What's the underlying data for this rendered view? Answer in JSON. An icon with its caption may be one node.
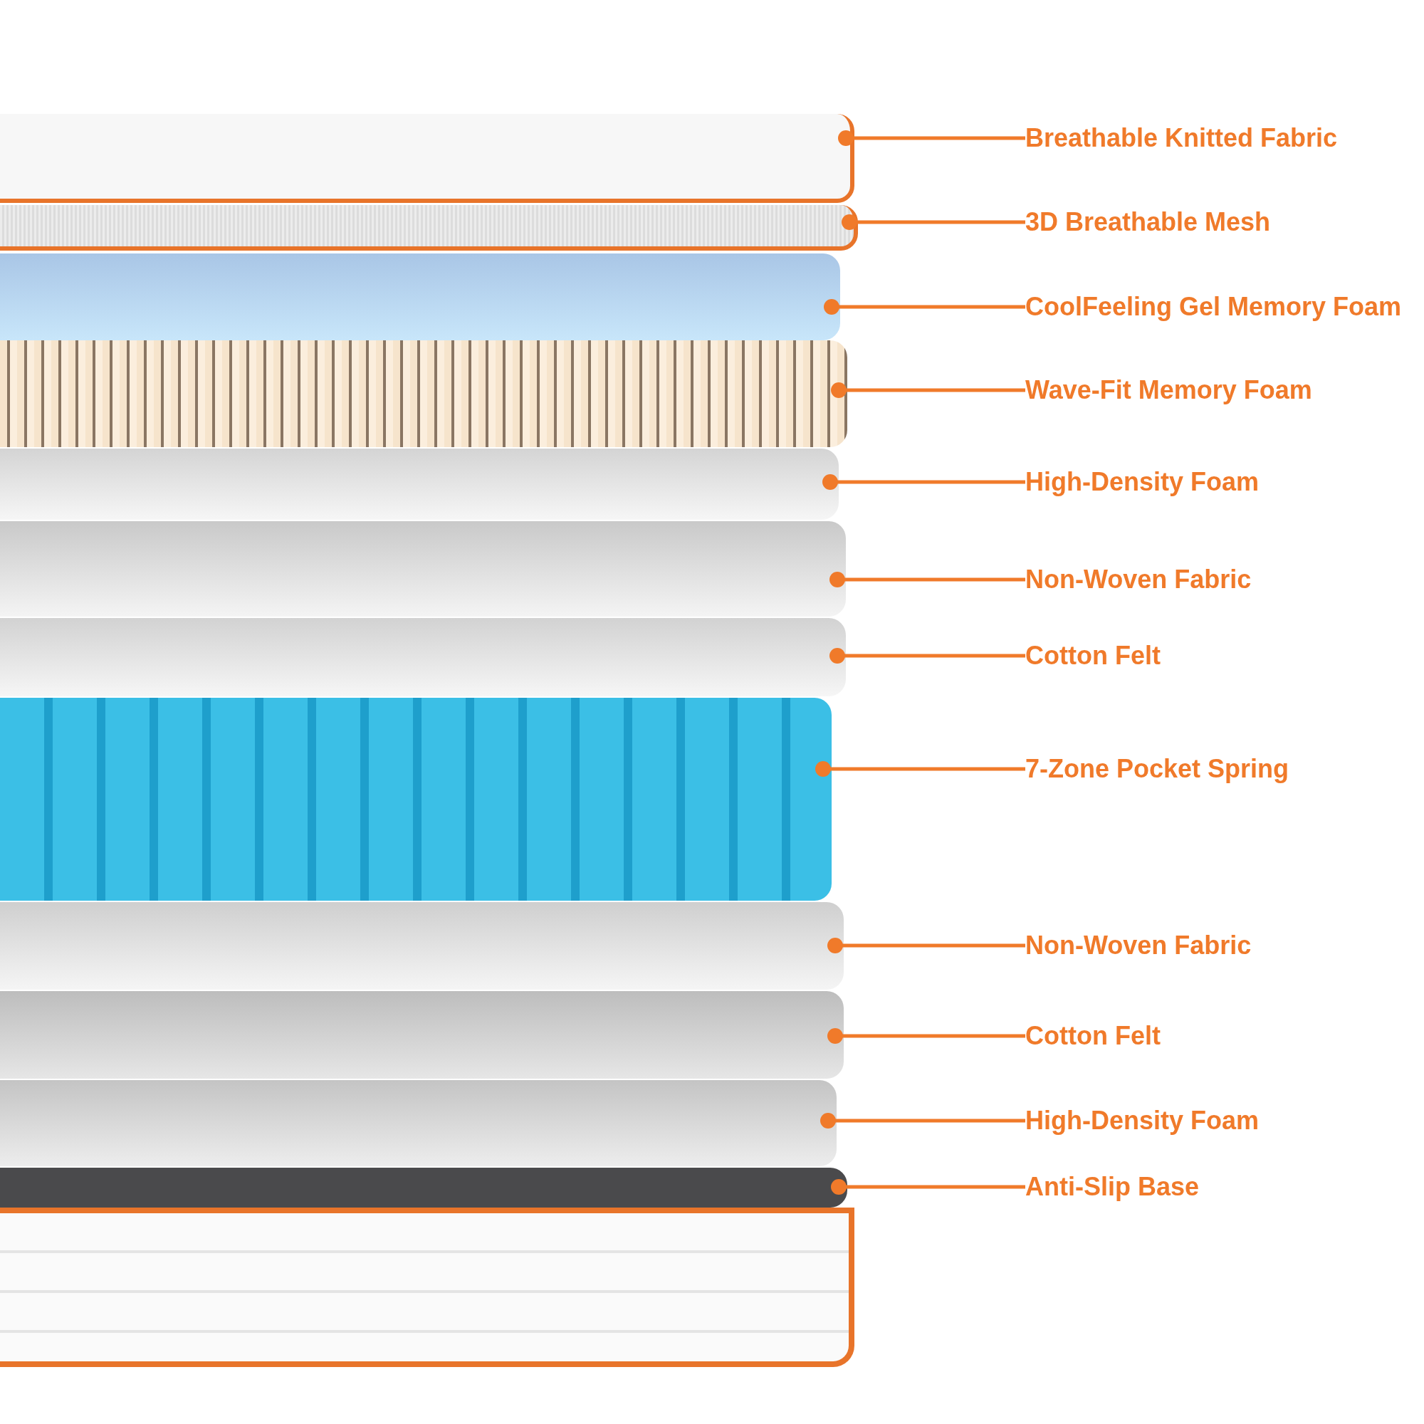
{
  "diagram": {
    "nodes": [
      {
        "text": [],
        "shape": "picture"
      },
      {
        "text": [],
        "shape": "picture"
      },
      {
        "text": [],
        "shape": "picture"
      },
      {
        "text": [],
        "shape": "picture"
      },
      {
        "text": [],
        "shape": "picture"
      },
      {
        "text": [],
        "shape": "picture"
      },
      {
        "text": [],
        "shape": "picture"
      },
      {
        "text": [],
        "shape": "picture"
      },
      {
        "text": [],
        "shape": "picture"
      },
      {
        "text": [],
        "shape": "picture"
      },
      {
        "text": [],
        "shape": "picture"
      },
      {
        "text": [],
        "shape": "picture"
      },
      {
        "text": [
          "Breathable Knitted Fabric"
        ]
      },
      {
        "text": [
          "3D Breathable Mesh"
        ]
      },
      {
        "text": [
          "CoolFeeling Gel Memory Foam"
        ]
      },
      {
        "text": [
          "Wave-Fit Memory Foam"
        ]
      },
      {
        "text": [
          "High-Density Foam"
        ]
      },
      {
        "text": [
          "Non-Woven Fabric"
        ]
      },
      {
        "text": [
          "Cotton Felt"
        ]
      },
      {
        "text": [
          "7-Zone Pocket Spring"
        ]
      },
      {
        "text": [
          "Non-Woven Fabric"
        ]
      },
      {
        "text": [
          "Cotton Felt"
        ]
      },
      {
        "text": [
          "High-Density Foam"
        ]
      },
      {
        "text": [
          "Anti-Slip Base"
        ]
      }
    ],
    "edges": [
      {
        "from": 12,
        "to": 0,
        "arrow": "other"
      },
      {
        "from": 13,
        "to": 1,
        "arrow": "other"
      },
      {
        "from": 14,
        "to": 2,
        "arrow": "other"
      },
      {
        "from": 15,
        "to": 3,
        "arrow": "other"
      },
      {
        "from": 16,
        "to": 4,
        "arrow": "other"
      },
      {
        "from": 17,
        "to": 5,
        "arrow": "other"
      },
      {
        "from": 18,
        "to": 6,
        "arrow": "other"
      },
      {
        "from": 19,
        "to": 7,
        "arrow": "other"
      },
      {
        "from": 20,
        "to": 8,
        "arrow": "other"
      },
      {
        "from": 21,
        "to": 9,
        "arrow": "other"
      },
      {
        "from": 22,
        "to": 10,
        "arrow": "other"
      },
      {
        "from": 23,
        "to": 11,
        "arrow": "other"
      }
    ]
  }
}
